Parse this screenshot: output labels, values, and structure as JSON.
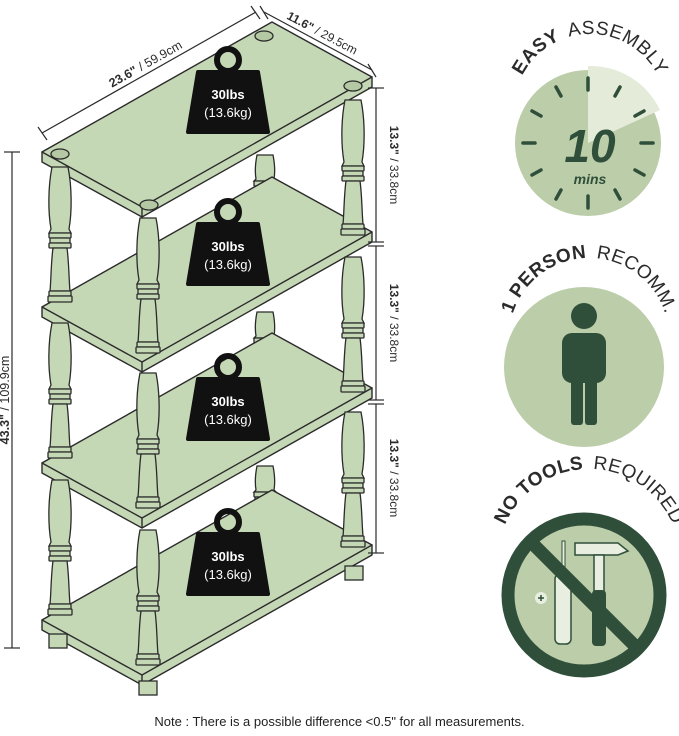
{
  "colors": {
    "shelf_fill": "#c5d8b6",
    "shelf_stroke": "#2b2b2b",
    "badge_fill": "#bccda9",
    "dark_green": "#2f4f3a",
    "weight_black": "#111111",
    "text_dark": "#2b2b2b"
  },
  "dimensions": {
    "width_in": "23.6\"",
    "width_cm": "/ 59.9cm",
    "depth_in": "11.6\"",
    "depth_cm": "/ 29.5cm",
    "height_in": "43.3\"",
    "height_cm": "/ 109.9cm",
    "tier_gap_in": "13.3\"",
    "tier_gap_cm": "/ 33.8cm"
  },
  "weight_capacity": {
    "lbs": "30lbs",
    "kg": "(13.6kg)"
  },
  "badges": {
    "assembly": {
      "bold": "EASY",
      "light": "ASSEMBLY",
      "number": "10",
      "unit": "mins",
      "icon": "timer-clock-icon"
    },
    "person": {
      "bold": "1 PERSON",
      "light": "RECOMM.",
      "icon": "person-icon"
    },
    "tools": {
      "bold": "NO TOOLS",
      "light": "REQUIRED",
      "icon": "no-tools-icon"
    }
  },
  "note": "Note : There is a possible difference <0.5\" for all measurements."
}
